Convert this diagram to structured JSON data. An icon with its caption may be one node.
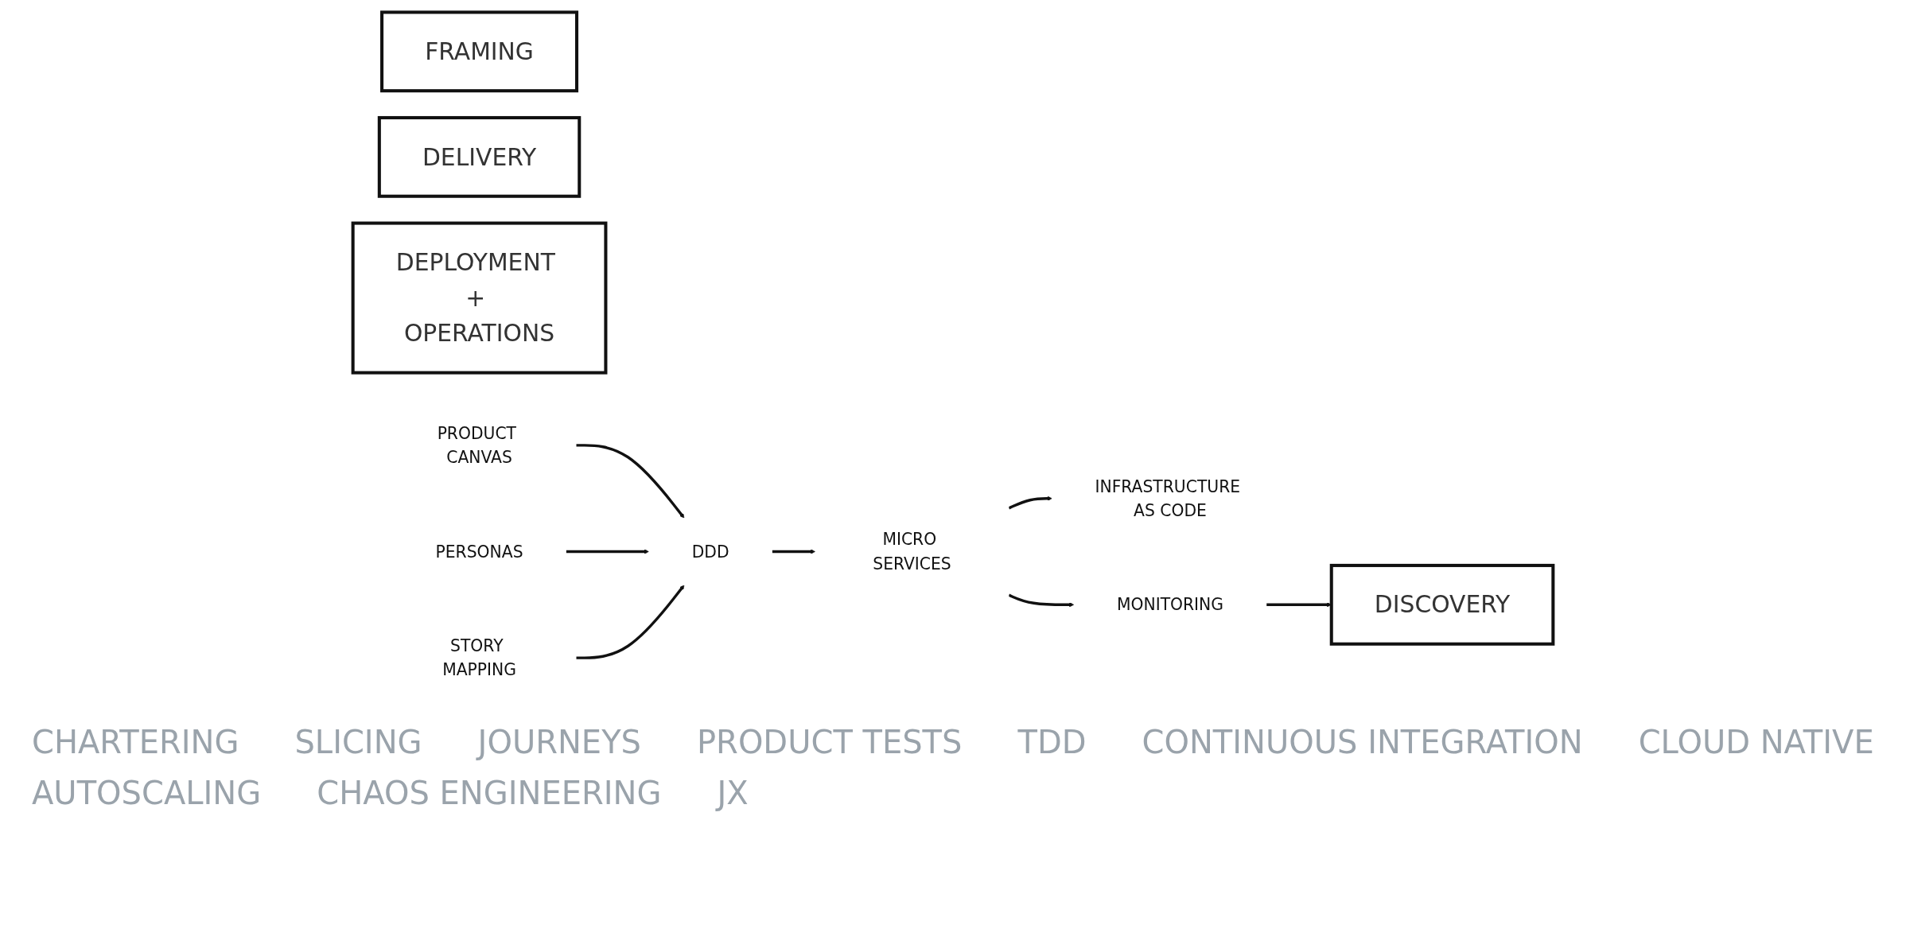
{
  "diagram": {
    "nodes": [
      {
        "text": [
          "DISCOVERY"
        ]
      },
      {
        "text": [
          "FRAMING"
        ]
      },
      {
        "text": [
          "DELIVERY"
        ]
      },
      {
        "text": [
          "DEPLOYMENT + OPERATIONS"
        ]
      },
      {
        "text": [
          "PRODUCT CANVAS"
        ]
      },
      {
        "text": [
          "DDD"
        ]
      },
      {
        "text": [
          "PERSONAS"
        ]
      },
      {
        "text": [
          "STORY MAPPING"
        ]
      },
      {
        "text": [
          "MICRO SERVICES"
        ]
      },
      {
        "text": [
          "INFRASTRUCTURE AS CODE"
        ]
      },
      {
        "text": [
          "MONITORING"
        ]
      }
    ],
    "edges": [
      {
        "from": 4,
        "to": 5,
        "arrow": "to"
      },
      {
        "from": 6,
        "to": 5,
        "arrow": "to"
      },
      {
        "from": 7,
        "to": 5,
        "arrow": "to"
      },
      {
        "from": 5,
        "to": 8,
        "arrow": "to"
      },
      {
        "from": 8,
        "to": 9,
        "arrow": "to"
      },
      {
        "from": 8,
        "to": 10,
        "arrow": "to"
      },
      {
        "from": 10,
        "to": 0,
        "arrow": "to"
      }
    ],
    "labels": [
      "CHARTERING",
      "SLICING",
      "JOURNEYS",
      "PRODUCT TESTS",
      "TDD",
      "CONTINUOUS INTEGRATION",
      "CLOUD NATIVE",
      "AUTOSCALING",
      "CHAOS ENGINEERING",
      "JX"
    ]
  }
}
